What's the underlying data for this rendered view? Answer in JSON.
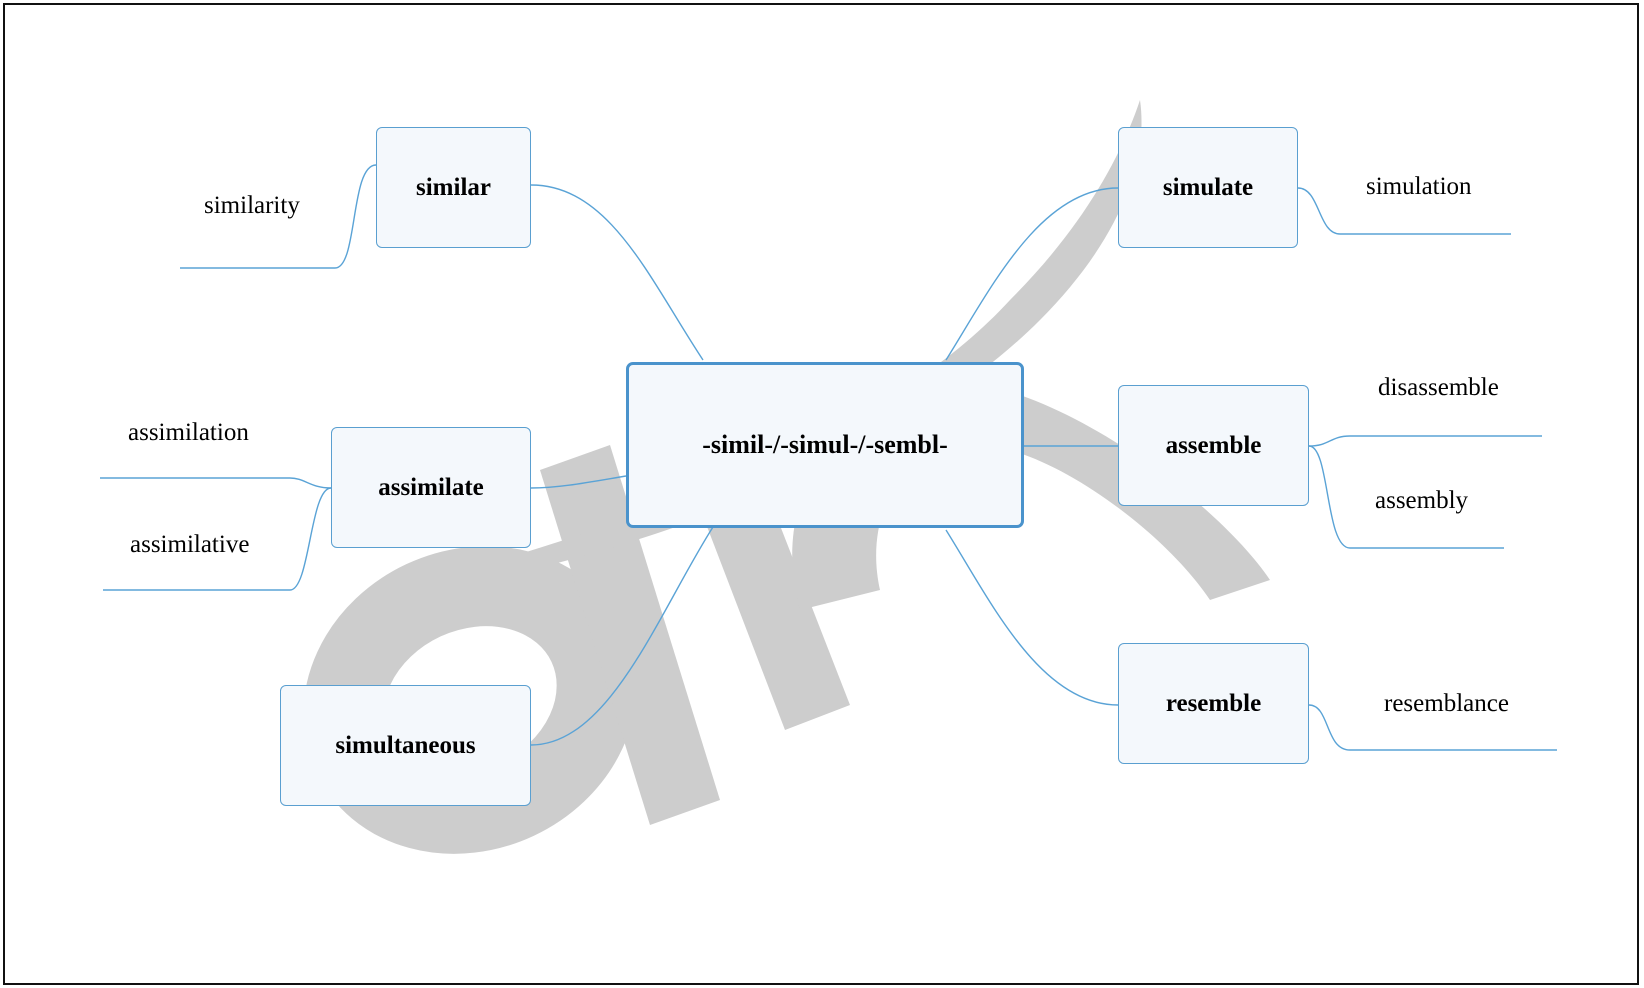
{
  "center": "-simil-/-simul-/-sembl-",
  "branches": {
    "similar": {
      "label": "similar",
      "leaves": [
        "similarity"
      ]
    },
    "assimilate": {
      "label": "assimilate",
      "leaves": [
        "assimilation",
        "assimilative"
      ]
    },
    "simultaneous": {
      "label": "simultaneous",
      "leaves": []
    },
    "simulate": {
      "label": "simulate",
      "leaves": [
        "simulation"
      ]
    },
    "assemble": {
      "label": "assemble",
      "leaves": [
        "disassemble",
        "assembly"
      ]
    },
    "resemble": {
      "label": "resemble",
      "leaves": [
        "resemblance"
      ]
    }
  },
  "colors": {
    "line": "#5aa3d6",
    "node_border": "#5a9fd0",
    "node_fill": "#f4f8fc",
    "watermark": "#cdcdcd"
  }
}
